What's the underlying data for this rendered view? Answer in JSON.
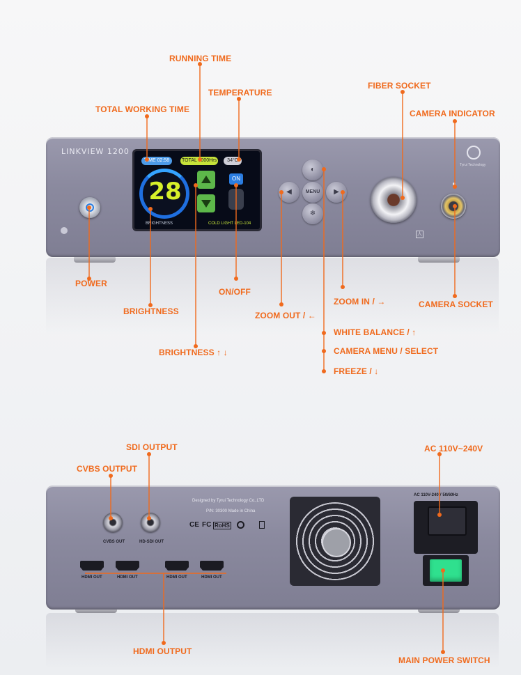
{
  "front": {
    "brand_label": "LINKVIEW 1200",
    "screen": {
      "time_pill": "TIME 02:58",
      "total_pill": "TOTAL 0000Hrs",
      "temp_pill": "34°C",
      "brightness_value": "28",
      "on_label": "ON",
      "brightness_label": "BRIGHTNESS",
      "cold_light_label": "COLD LIGHT LED-104"
    },
    "menu_button_label": "MENU",
    "logo_text": "Tyrui Technology"
  },
  "back": {
    "designed_by": "Designed by Tyrui Technology Co.,LTD",
    "part_number": "P/N: 30300 Made in China",
    "cvbs_port_label": "CVBS OUT",
    "sdi_port_label": "HD-SDI OUT",
    "hdmi_port_label": "HDMI OUT",
    "ac_spec_label": "AC 110V-240V 50/60Hz",
    "cert_marks": [
      "CE",
      "FC",
      "RoHS"
    ]
  },
  "callouts": {
    "running_time": "RUNNING TIME",
    "temperature": "TEMPERATURE",
    "total_working_time": "TOTAL WORKING TIME",
    "fiber_socket": "FIBER SOCKET",
    "camera_indicator": "CAMERA INDICATOR",
    "power": "POWER",
    "brightness": "BRIGHTNESS",
    "on_off": "ON/OFF",
    "zoom_in": "ZOOM IN / →",
    "camera_socket": "CAMERA SOCKET",
    "zoom_out": "ZOOM OUT / ←",
    "white_balance": "WHITE BALANCE / ↑",
    "brightness_updown": "BRIGHTNESS ↑ ↓",
    "camera_menu": "CAMERA MENU / SELECT",
    "freeze": "FREEZE / ↓",
    "sdi_output": "SDI OUTPUT",
    "ac_voltage": "AC 110V~240V",
    "cvbs_output": "CVBS OUTPUT",
    "hdmi_output": "HDMI OUTPUT",
    "main_power_switch": "MAIN POWER SWITCH"
  },
  "colors": {
    "callout": "#f06a1d",
    "panel": "#8b8a9f",
    "screen": "#070b18",
    "digit": "#d6f02a",
    "switch": "#2fe08e"
  }
}
